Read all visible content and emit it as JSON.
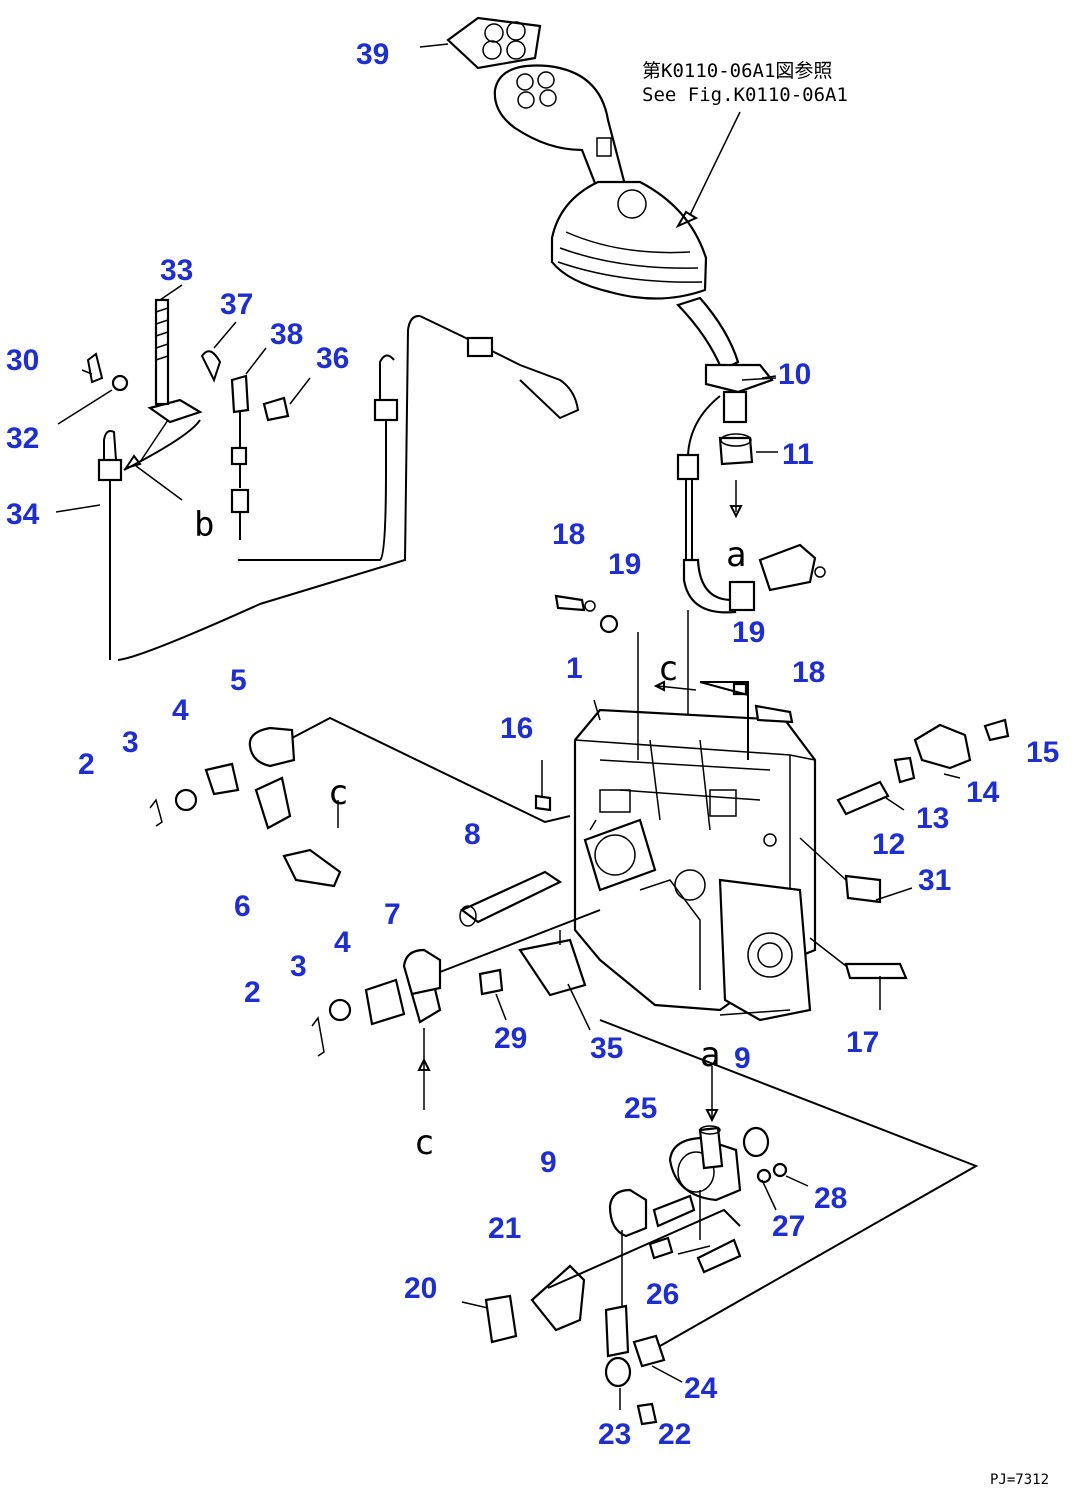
{
  "note": {
    "line1": "第K0110-06A1図参照",
    "line2": "See Fig.K0110-06A1"
  },
  "corner_code": "PJ=7312",
  "letters": [
    "a",
    "a",
    "b",
    "c",
    "c",
    "c"
  ],
  "callouts": [
    {
      "label": "39"
    },
    {
      "label": "33"
    },
    {
      "label": "37"
    },
    {
      "label": "38"
    },
    {
      "label": "36"
    },
    {
      "label": "30"
    },
    {
      "label": "32"
    },
    {
      "label": "34"
    },
    {
      "label": "10"
    },
    {
      "label": "11"
    },
    {
      "label": "18"
    },
    {
      "label": "19"
    },
    {
      "label": "19"
    },
    {
      "label": "18"
    },
    {
      "label": "1"
    },
    {
      "label": "16"
    },
    {
      "label": "15"
    },
    {
      "label": "14"
    },
    {
      "label": "13"
    },
    {
      "label": "12"
    },
    {
      "label": "31"
    },
    {
      "label": "5"
    },
    {
      "label": "4"
    },
    {
      "label": "3"
    },
    {
      "label": "2"
    },
    {
      "label": "6"
    },
    {
      "label": "8"
    },
    {
      "label": "7"
    },
    {
      "label": "4"
    },
    {
      "label": "3"
    },
    {
      "label": "2"
    },
    {
      "label": "29"
    },
    {
      "label": "35"
    },
    {
      "label": "17"
    },
    {
      "label": "9"
    },
    {
      "label": "25"
    },
    {
      "label": "9"
    },
    {
      "label": "28"
    },
    {
      "label": "27"
    },
    {
      "label": "21"
    },
    {
      "label": "26"
    },
    {
      "label": "20"
    },
    {
      "label": "24"
    },
    {
      "label": "23"
    },
    {
      "label": "22"
    }
  ]
}
